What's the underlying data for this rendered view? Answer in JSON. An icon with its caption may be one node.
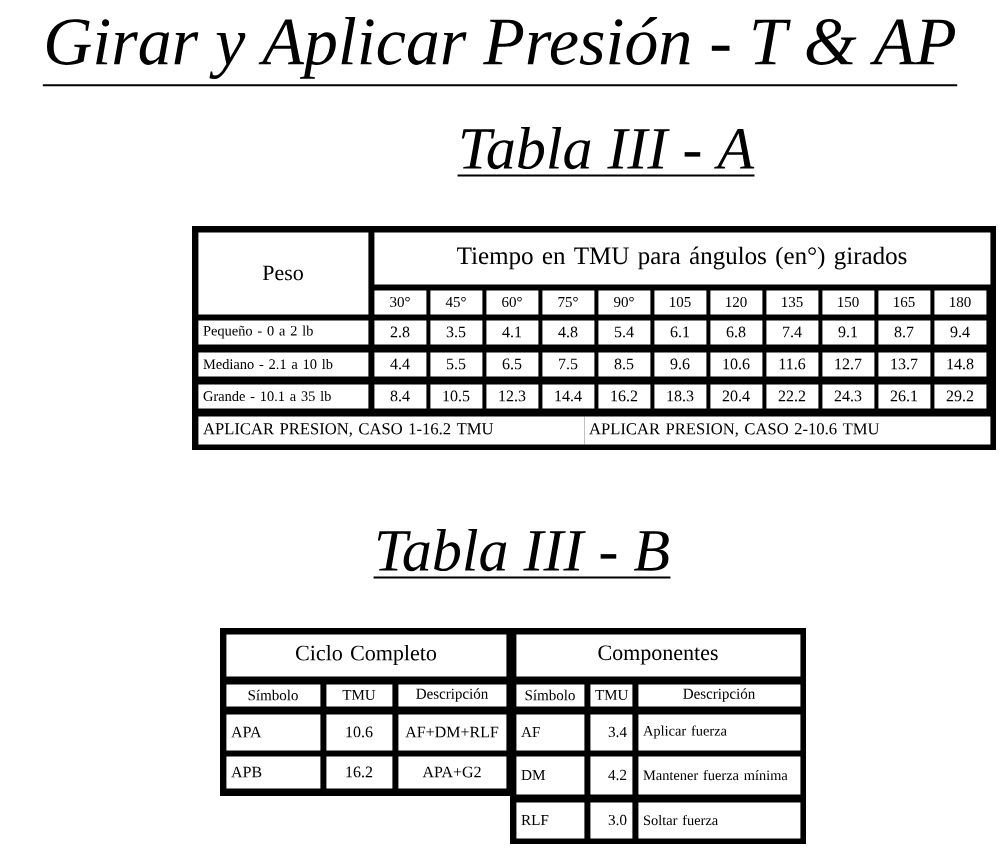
{
  "diagram": {
    "title": "Girar y Aplicar Presión - T & AP",
    "labels": [
      "Tabla III - A",
      "Peso",
      "Tiempo en TMU para ángulos (en°) girados",
      "30°",
      "45°",
      "60°",
      "75°",
      "90°",
      "105",
      "120",
      "135",
      "150",
      "165",
      "180",
      "Pequeño - 0 a 2 lb",
      "2.8",
      "3.5",
      "4.1",
      "4.8",
      "5.4",
      "6.1",
      "6.8",
      "7.4",
      "9.1",
      "8.7",
      "9.4",
      "Mediano - 2.1 a 10 lb",
      "4.4",
      "5.5",
      "6.5",
      "7.5",
      "8.5",
      "9.6",
      "10.6",
      "11.6",
      "12.7",
      "13.7",
      "14.8",
      "Grande - 10.1 a 35 lb",
      "8.4",
      "10.5",
      "12.3",
      "14.4",
      "16.2",
      "18.3",
      "20.4",
      "22.2",
      "24.3",
      "26.1",
      "29.2",
      "APLICAR PRESION, CASO 1-16.2 TMU",
      "APLICAR PRESION, CASO 2-10.6 TMU",
      "Tabla III - B",
      "Ciclo Completo",
      "Componentes",
      "Símbolo",
      "TMU",
      "Descripción",
      "Símbolo",
      "TMU",
      "Descripción",
      "APA",
      "10.6",
      "AF+DM+RLF",
      "AF",
      "3.4",
      "Aplicar fuerza",
      "APB",
      "16.2",
      "APA+G2",
      "DM",
      "4.2",
      "Mantener fuerza mínima",
      "RLF",
      "3.0",
      "Soltar fuerza"
    ]
  }
}
